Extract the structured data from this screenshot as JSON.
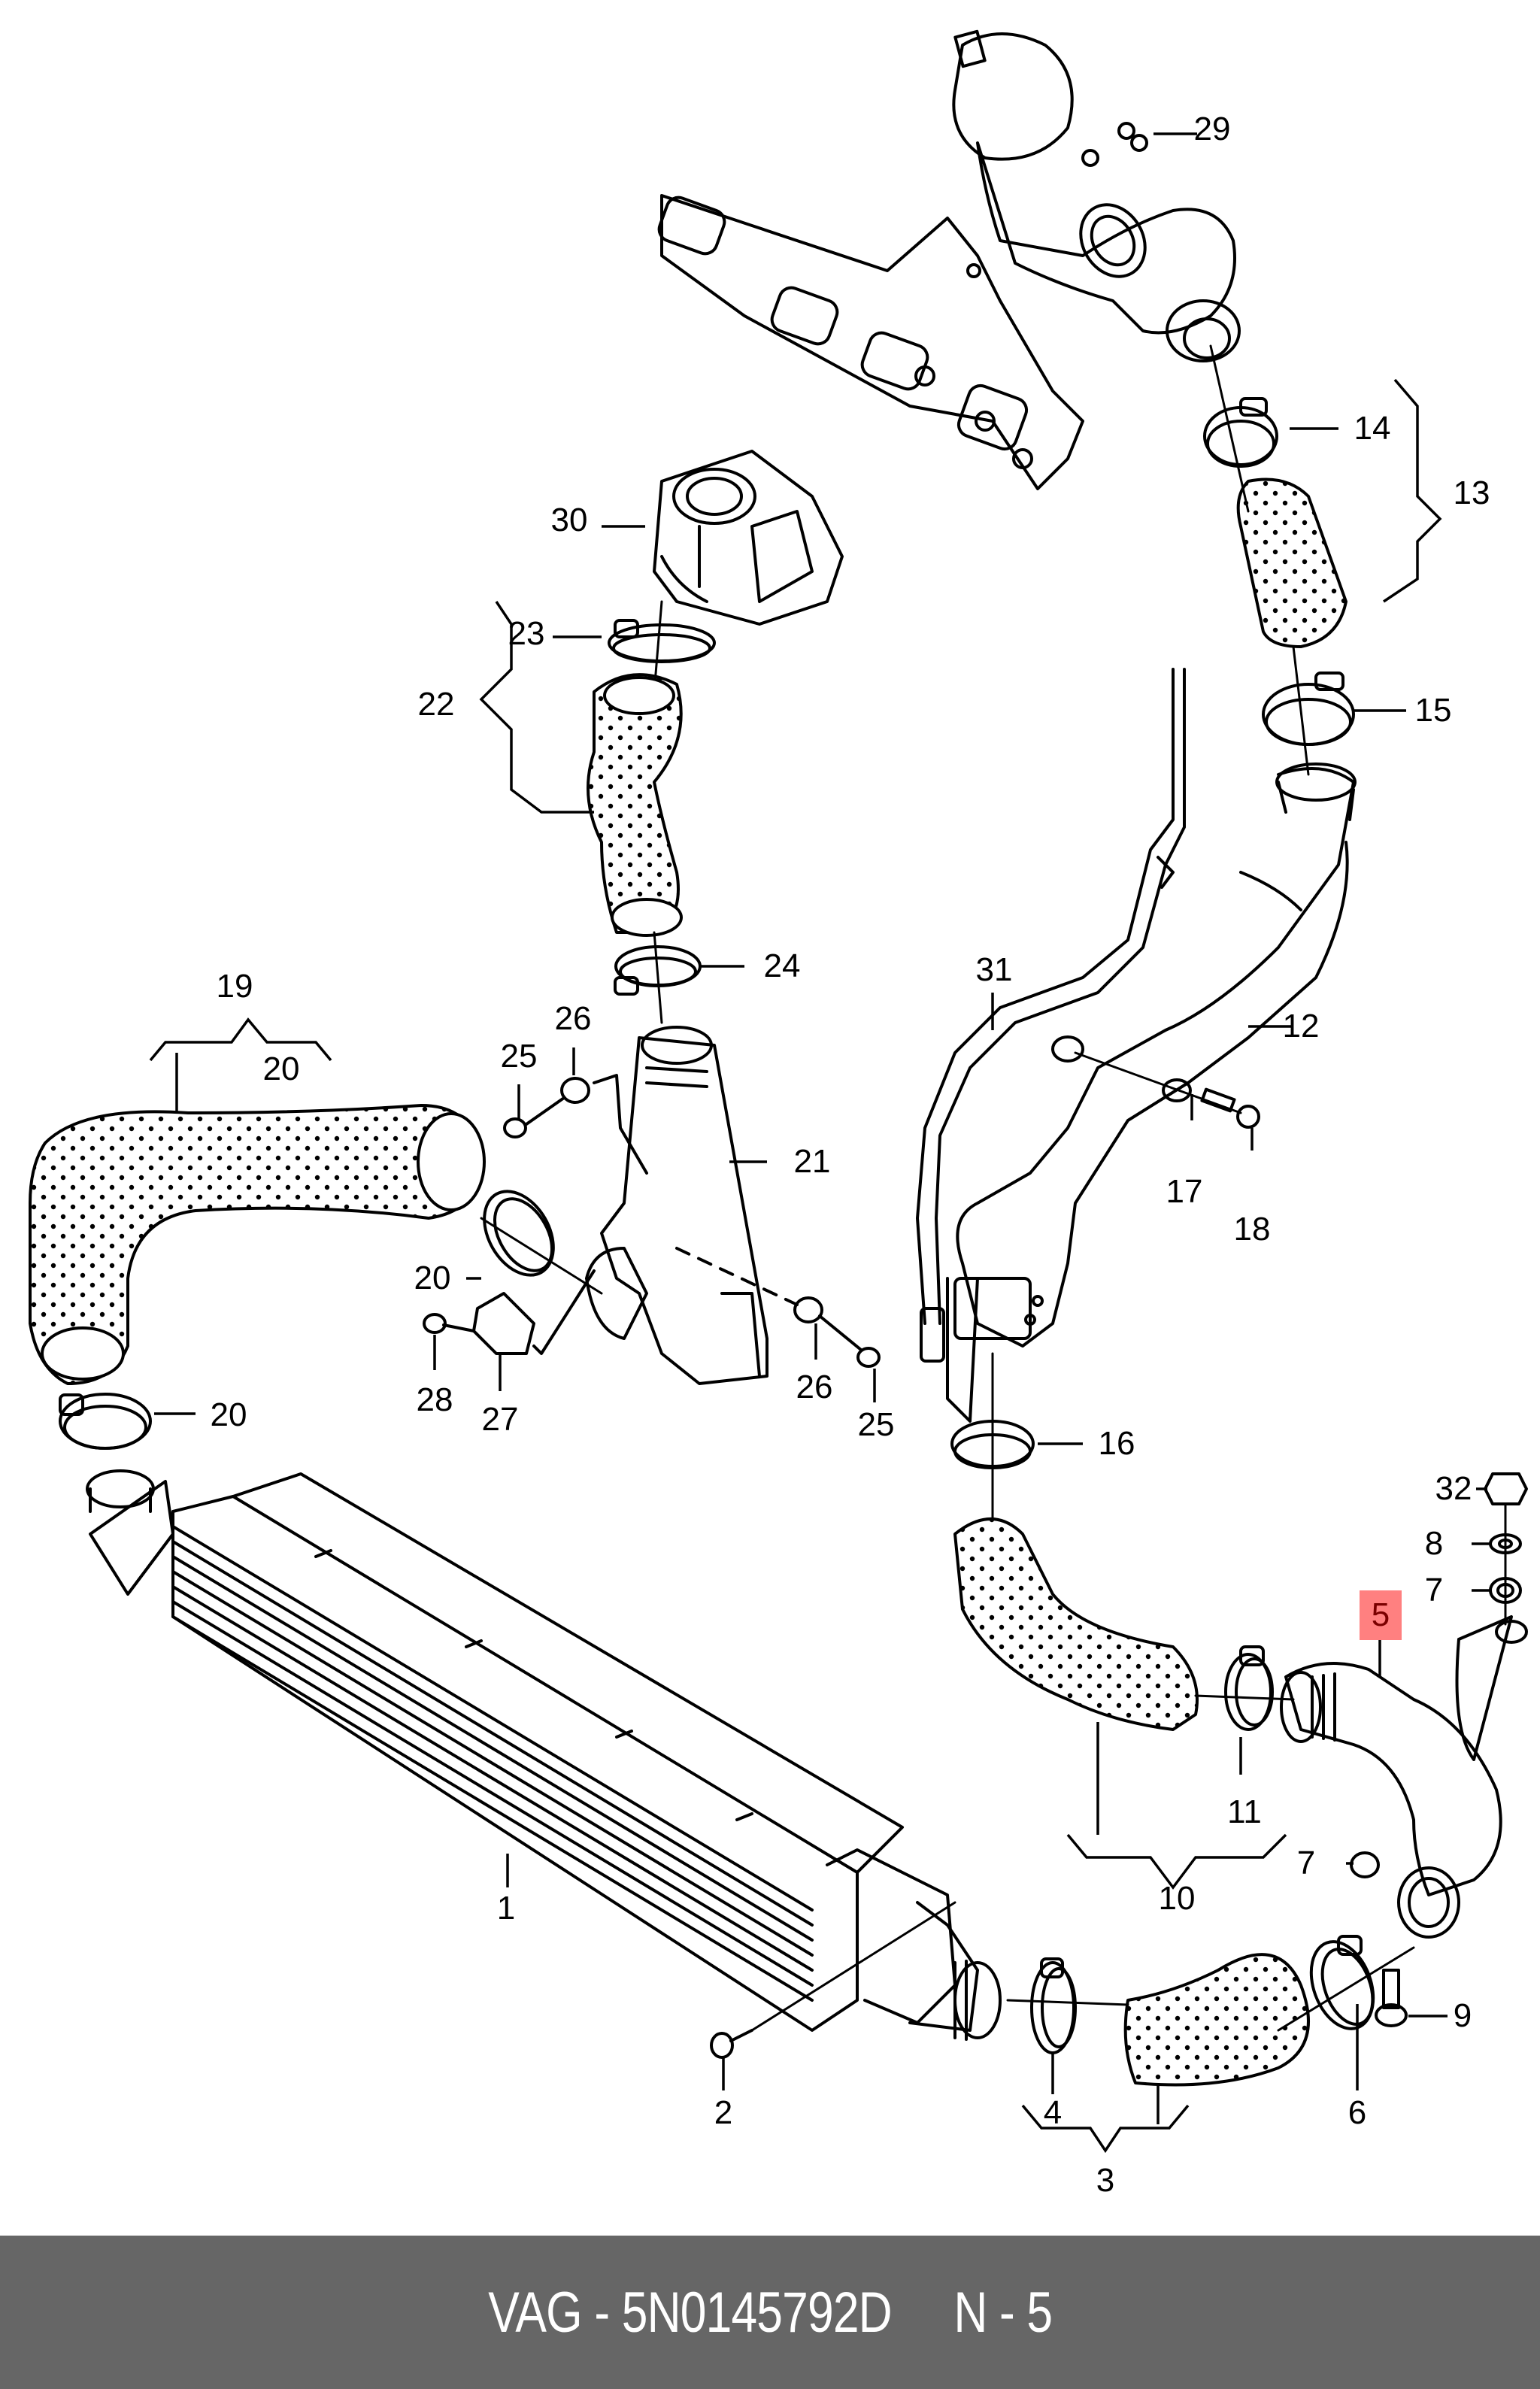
{
  "diagram": {
    "title": "Charge air system / intercooler hoses",
    "highlight_color": "#ff8080",
    "highlight_text_color": "#7a0000",
    "highlighted_part": "5",
    "labels": [
      {
        "id": "1",
        "text": "1"
      },
      {
        "id": "2",
        "text": "2"
      },
      {
        "id": "3",
        "text": "3"
      },
      {
        "id": "4",
        "text": "4"
      },
      {
        "id": "5",
        "text": "5"
      },
      {
        "id": "6",
        "text": "6"
      },
      {
        "id": "7a",
        "text": "7"
      },
      {
        "id": "7b",
        "text": "7"
      },
      {
        "id": "8",
        "text": "8"
      },
      {
        "id": "9",
        "text": "9"
      },
      {
        "id": "10",
        "text": "10"
      },
      {
        "id": "11",
        "text": "11"
      },
      {
        "id": "12",
        "text": "12"
      },
      {
        "id": "13",
        "text": "13"
      },
      {
        "id": "14",
        "text": "14"
      },
      {
        "id": "15",
        "text": "15"
      },
      {
        "id": "16",
        "text": "16"
      },
      {
        "id": "17",
        "text": "17"
      },
      {
        "id": "18",
        "text": "18"
      },
      {
        "id": "19",
        "text": "19"
      },
      {
        "id": "20a",
        "text": "20"
      },
      {
        "id": "20b",
        "text": "20"
      },
      {
        "id": "20c",
        "text": "20"
      },
      {
        "id": "21",
        "text": "21"
      },
      {
        "id": "22",
        "text": "22"
      },
      {
        "id": "23",
        "text": "23"
      },
      {
        "id": "24",
        "text": "24"
      },
      {
        "id": "25a",
        "text": "25"
      },
      {
        "id": "25b",
        "text": "25"
      },
      {
        "id": "26a",
        "text": "26"
      },
      {
        "id": "26b",
        "text": "26"
      },
      {
        "id": "27",
        "text": "27"
      },
      {
        "id": "28",
        "text": "28"
      },
      {
        "id": "29",
        "text": "29"
      },
      {
        "id": "30",
        "text": "30"
      },
      {
        "id": "31",
        "text": "31"
      },
      {
        "id": "32",
        "text": "32"
      }
    ]
  },
  "footer": {
    "text": "VAG - 5N0145792D     N - 5",
    "bg_color": "#666666",
    "text_color": "#ffffff"
  }
}
